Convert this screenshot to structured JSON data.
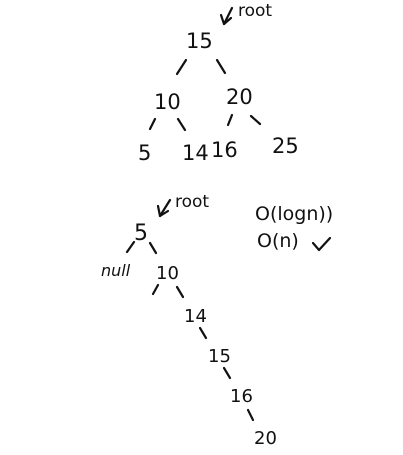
{
  "diagram": {
    "tree1": {
      "root_label": "root",
      "nodes": [
        "15",
        "10",
        "20",
        "5",
        "14",
        "16",
        "25"
      ]
    },
    "tree2": {
      "root_label": "root",
      "nodes": [
        "5",
        "null",
        "10",
        "14",
        "15",
        "16",
        "20"
      ]
    },
    "complexities": [
      "O(logn))",
      "O(n)"
    ],
    "ink_color": "#111111",
    "background_color": "#ffffff"
  }
}
